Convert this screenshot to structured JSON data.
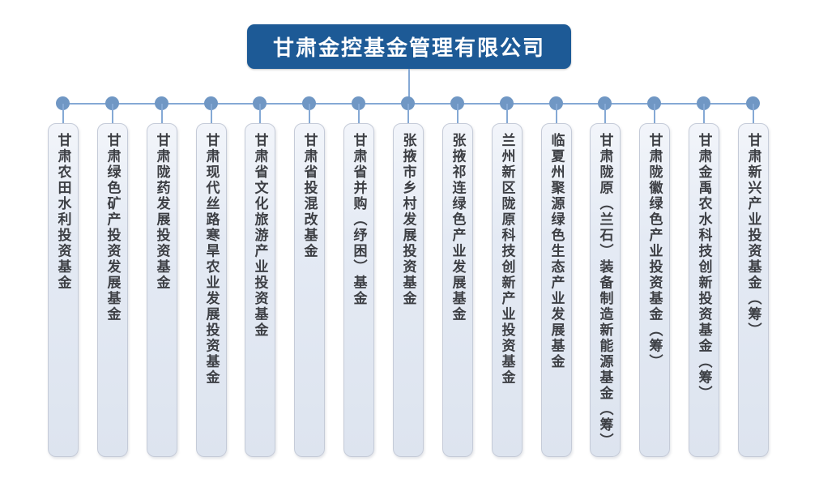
{
  "root": {
    "label": "甘肃金控基金管理有限公司"
  },
  "funds": [
    {
      "name": "甘肃农田水利投资基金"
    },
    {
      "name": "甘肃绿色矿产投资发展基金"
    },
    {
      "name": "甘肃陇药发展投资基金"
    },
    {
      "name": "甘肃现代丝路寒旱农业发展投资基金"
    },
    {
      "name": "甘肃省文化旅游产业投资基金"
    },
    {
      "name": "甘肃省投混改基金"
    },
    {
      "name": "甘肃省并购（纾困）基金"
    },
    {
      "name": "张掖市乡村发展投资基金"
    },
    {
      "name": "张掖祁连绿色产业发展基金"
    },
    {
      "name": "兰州新区陇原科技创新产业投资基金"
    },
    {
      "name": "临夏州聚源绿色生态产业发展基金"
    },
    {
      "name": "甘肃陇原（兰石）装备制造新能源基金（筹）"
    },
    {
      "name": "甘肃陇徽绿色产业投资基金（筹）"
    },
    {
      "name": "甘肃金禹农水科技创新投资基金（筹）"
    },
    {
      "name": "甘肃新兴产业投资基金（筹）"
    }
  ],
  "colors": {
    "root_bg": "#1d5a96",
    "root_text": "#ffffff",
    "connector_line": "#85a9d5",
    "connector_dot": "#7097c4",
    "node_bg_top": "#f2f5fa",
    "node_bg_bottom": "#dde4ef",
    "node_border": "#c5cbd8",
    "node_text": "#3d3f44"
  }
}
